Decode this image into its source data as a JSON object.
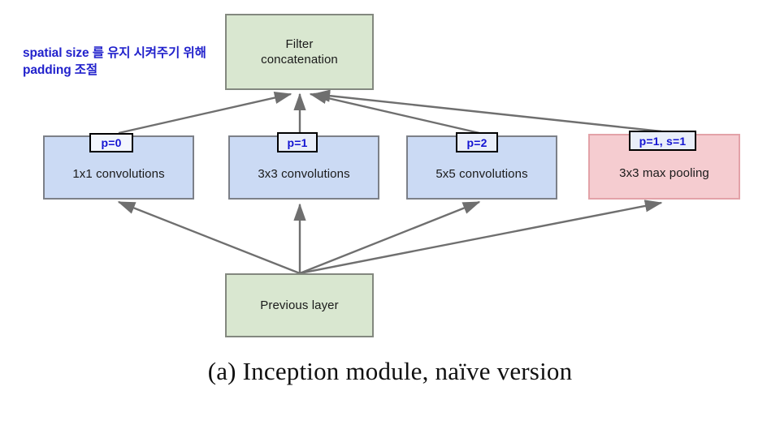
{
  "figure": {
    "caption": "(a) Inception module, naïve version",
    "annotation": "spatial size 를 유지 시켜주기 위해 padding 조절",
    "colors": {
      "green_fill": "#d9e7d0",
      "blue_fill": "#cbdaf4",
      "pink_fill": "#f5ccd0",
      "border": "#7d7f7d",
      "annotation_text": "#2222cc",
      "tag_text": "#1414d2",
      "arrow": "#6f6f6f"
    }
  },
  "nodes": {
    "filter_concatenation": {
      "line1": "Filter",
      "line2": "concatenation",
      "label": "Filter concatenation",
      "color": "green"
    },
    "conv_1x1": {
      "label": "1x1 convolutions",
      "color": "blue",
      "tag": "p=0"
    },
    "conv_3x3": {
      "label": "3x3 convolutions",
      "color": "blue",
      "tag": "p=1"
    },
    "conv_5x5": {
      "label": "5x5 convolutions",
      "color": "blue",
      "tag": "p=2"
    },
    "max_pooling": {
      "label": "3x3 max pooling",
      "color": "pink",
      "tag": "p=1, s=1"
    },
    "previous_layer": {
      "label": "Previous layer",
      "color": "green"
    }
  },
  "edges": [
    {
      "from": "previous_layer",
      "to": "conv_1x1"
    },
    {
      "from": "previous_layer",
      "to": "conv_3x3"
    },
    {
      "from": "previous_layer",
      "to": "conv_5x5"
    },
    {
      "from": "previous_layer",
      "to": "max_pooling"
    },
    {
      "from": "conv_1x1",
      "to": "filter_concatenation"
    },
    {
      "from": "conv_3x3",
      "to": "filter_concatenation"
    },
    {
      "from": "conv_5x5",
      "to": "filter_concatenation"
    },
    {
      "from": "max_pooling",
      "to": "filter_concatenation"
    }
  ]
}
